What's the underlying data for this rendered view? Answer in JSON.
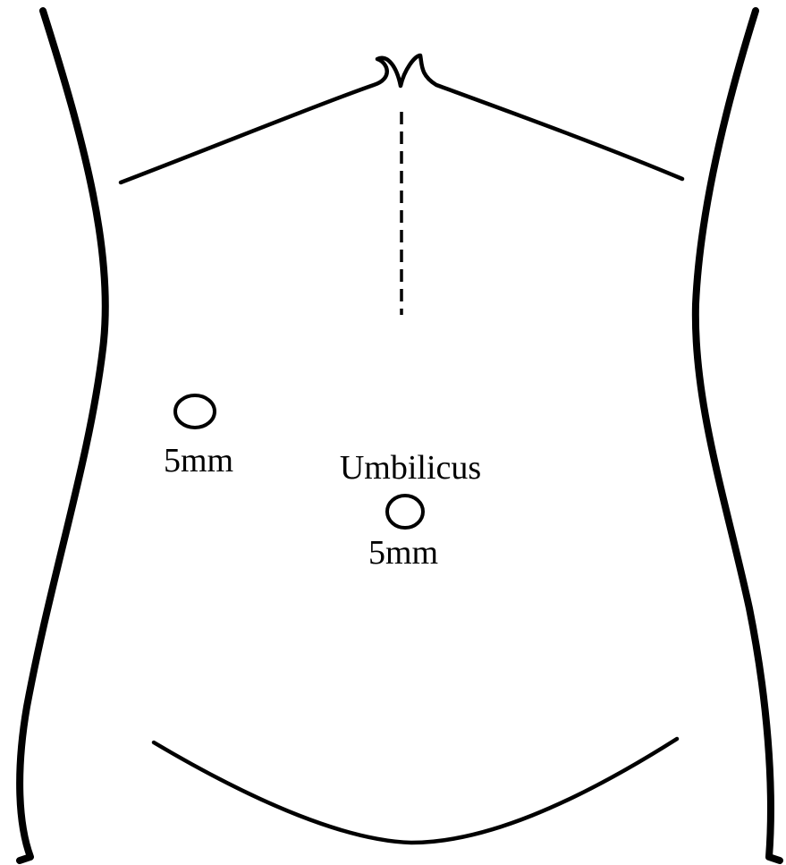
{
  "diagram": {
    "labels": {
      "left_port": "5mm",
      "umbilicus": "Umbilicus",
      "umbilical_port": "5mm"
    },
    "colors": {
      "line": "#000000",
      "background": "#ffffff"
    }
  }
}
